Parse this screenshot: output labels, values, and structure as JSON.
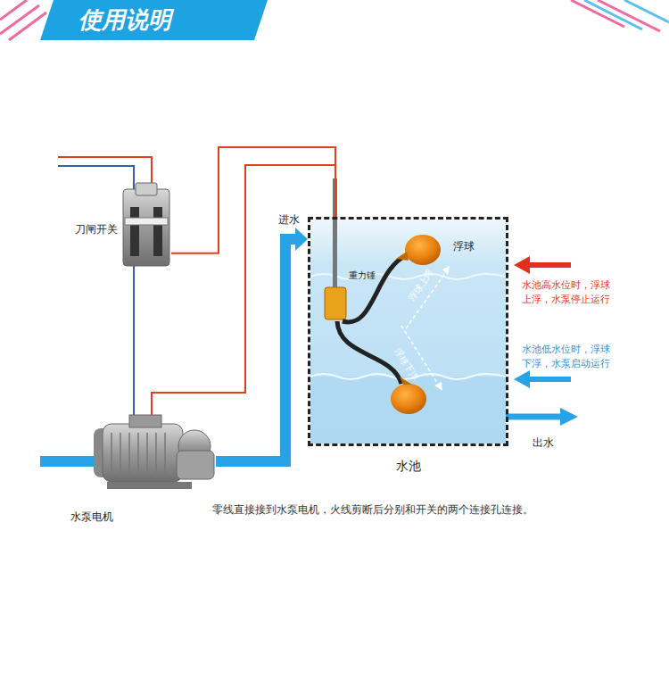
{
  "diagram": {
    "title": "使用说明",
    "caption": "零线直接接到水泵电机，火线剪断后分别和开关的两个连接孔连接。",
    "nodes": [
      {
        "text": [
          "刀闸开关"
        ]
      },
      {
        "text": [
          "水池"
        ]
      },
      {
        "text": [
          "水泵电机"
        ]
      }
    ],
    "edges": [
      {
        "from": 0,
        "to": 1,
        "arrow": "none"
      },
      {
        "from": 2,
        "to": 1,
        "arrow": "none"
      },
      {
        "from": 2,
        "to": 1,
        "label": "进水",
        "arrow": "to"
      }
    ],
    "labels": [
      "浮球",
      "重力锤",
      "浮球上浮",
      "浮球下浮",
      "水池高水位时，浮球上浮，水泵停止运行",
      "水池低水位时，浮球下浮，水泵启动运行",
      "出水"
    ]
  }
}
